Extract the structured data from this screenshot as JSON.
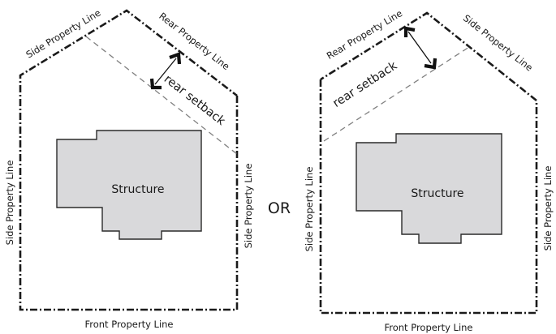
{
  "diagram": {
    "title": "Rear setback illustration",
    "separator_label": "OR",
    "colors": {
      "line": "#1a1a1a",
      "setback_line": "#808080",
      "structure_fill": "#d9d9db",
      "structure_stroke": "#2b2b2b",
      "background": "#ffffff"
    },
    "left_lot": {
      "labels": {
        "upper_left": "Side Property Line",
        "upper_right": "Rear Property Line",
        "left": "Side Property Line",
        "right": "Side Property Line",
        "bottom": "Front Property Line",
        "setback": "rear setback",
        "structure": "Structure"
      },
      "rear_edge": "upper-right"
    },
    "right_lot": {
      "labels": {
        "upper_left": "Rear Property Line",
        "upper_right": "Side Property Line",
        "left": "Side Property Line",
        "right": "Side Property Line",
        "bottom": "Front Property Line",
        "setback": "rear setback",
        "structure": "Structure"
      },
      "rear_edge": "upper-left"
    },
    "icons": {
      "setback_arrow": "double-headed-arrow"
    }
  }
}
